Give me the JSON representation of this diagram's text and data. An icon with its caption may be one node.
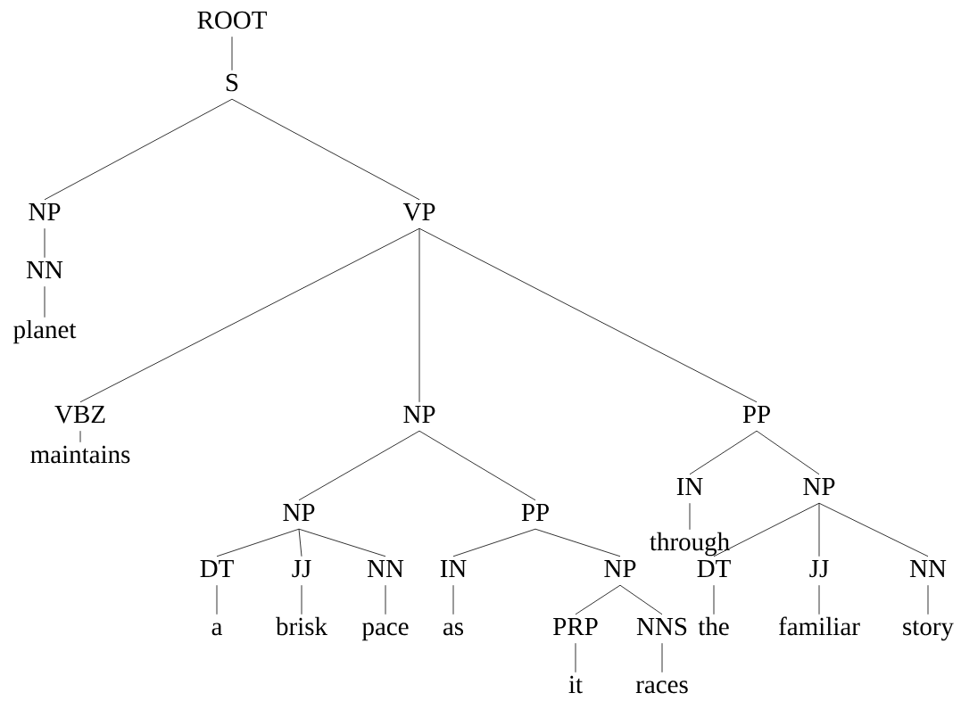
{
  "diagram": {
    "nodes": [
      {
        "text": [
          "ROOT"
        ]
      },
      {
        "text": [
          "S"
        ]
      },
      {
        "text": [
          "NP"
        ]
      },
      {
        "text": [
          "NN"
        ]
      },
      {
        "text": [
          "planet"
        ]
      },
      {
        "text": [
          "VP"
        ]
      },
      {
        "text": [
          "VBZ"
        ]
      },
      {
        "text": [
          "maintains"
        ]
      },
      {
        "text": [
          "NP"
        ]
      },
      {
        "text": [
          "NP"
        ]
      },
      {
        "text": [
          "DT"
        ]
      },
      {
        "text": [
          "a"
        ]
      },
      {
        "text": [
          "JJ"
        ]
      },
      {
        "text": [
          "brisk"
        ]
      },
      {
        "text": [
          "NN"
        ]
      },
      {
        "text": [
          "pace"
        ]
      },
      {
        "text": [
          "PP"
        ]
      },
      {
        "text": [
          "IN"
        ]
      },
      {
        "text": [
          "as"
        ]
      },
      {
        "text": [
          "NP"
        ]
      },
      {
        "text": [
          "PRP"
        ]
      },
      {
        "text": [
          "it"
        ]
      },
      {
        "text": [
          "NNS"
        ]
      },
      {
        "text": [
          "races"
        ]
      },
      {
        "text": [
          "PP"
        ]
      },
      {
        "text": [
          "IN"
        ]
      },
      {
        "text": [
          "through"
        ]
      },
      {
        "text": [
          "NP"
        ]
      },
      {
        "text": [
          "DT"
        ]
      },
      {
        "text": [
          "the"
        ]
      },
      {
        "text": [
          "JJ"
        ]
      },
      {
        "text": [
          "familiar"
        ]
      },
      {
        "text": [
          "NN"
        ]
      },
      {
        "text": [
          "story"
        ]
      }
    ],
    "edges": [
      {
        "from": 0,
        "to": 1,
        "arrow": "none"
      },
      {
        "from": 1,
        "to": 2,
        "arrow": "none"
      },
      {
        "from": 2,
        "to": 3,
        "arrow": "none"
      },
      {
        "from": 3,
        "to": 4,
        "arrow": "none"
      },
      {
        "from": 1,
        "to": 5,
        "arrow": "none"
      },
      {
        "from": 5,
        "to": 6,
        "arrow": "none"
      },
      {
        "from": 6,
        "to": 7,
        "arrow": "none"
      },
      {
        "from": 5,
        "to": 8,
        "arrow": "none"
      },
      {
        "from": 8,
        "to": 9,
        "arrow": "none"
      },
      {
        "from": 9,
        "to": 10,
        "arrow": "none"
      },
      {
        "from": 10,
        "to": 11,
        "arrow": "none"
      },
      {
        "from": 9,
        "to": 12,
        "arrow": "none"
      },
      {
        "from": 12,
        "to": 13,
        "arrow": "none"
      },
      {
        "from": 9,
        "to": 14,
        "arrow": "none"
      },
      {
        "from": 14,
        "to": 15,
        "arrow": "none"
      },
      {
        "from": 8,
        "to": 16,
        "arrow": "none"
      },
      {
        "from": 16,
        "to": 17,
        "arrow": "none"
      },
      {
        "from": 17,
        "to": 18,
        "arrow": "none"
      },
      {
        "from": 16,
        "to": 19,
        "arrow": "none"
      },
      {
        "from": 19,
        "to": 20,
        "arrow": "none"
      },
      {
        "from": 20,
        "to": 21,
        "arrow": "none"
      },
      {
        "from": 19,
        "to": 22,
        "arrow": "none"
      },
      {
        "from": 22,
        "to": 23,
        "arrow": "none"
      },
      {
        "from": 5,
        "to": 24,
        "arrow": "none"
      },
      {
        "from": 24,
        "to": 25,
        "arrow": "none"
      },
      {
        "from": 25,
        "to": 26,
        "arrow": "none"
      },
      {
        "from": 24,
        "to": 27,
        "arrow": "none"
      },
      {
        "from": 27,
        "to": 28,
        "arrow": "none"
      },
      {
        "from": 28,
        "to": 29,
        "arrow": "none"
      },
      {
        "from": 27,
        "to": 30,
        "arrow": "none"
      },
      {
        "from": 30,
        "to": 31,
        "arrow": "none"
      },
      {
        "from": 27,
        "to": 32,
        "arrow": "none"
      },
      {
        "from": 32,
        "to": 33,
        "arrow": "none"
      }
    ]
  }
}
